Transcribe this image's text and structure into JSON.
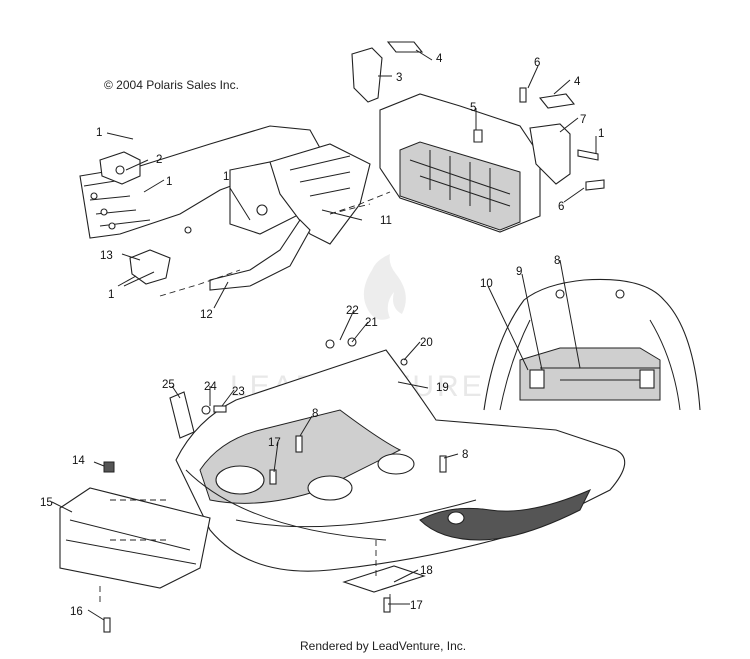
{
  "copyright": "© 2004 Polaris Sales Inc.",
  "footer": "Rendered by LeadVenture, Inc.",
  "watermark": "LEADVENTURE",
  "callouts": [
    "1",
    "2",
    "3",
    "4",
    "5",
    "6",
    "7",
    "8",
    "9",
    "10",
    "11",
    "12",
    "13",
    "14",
    "15",
    "16",
    "17",
    "18",
    "19",
    "20",
    "21",
    "22",
    "23",
    "24",
    "25"
  ]
}
